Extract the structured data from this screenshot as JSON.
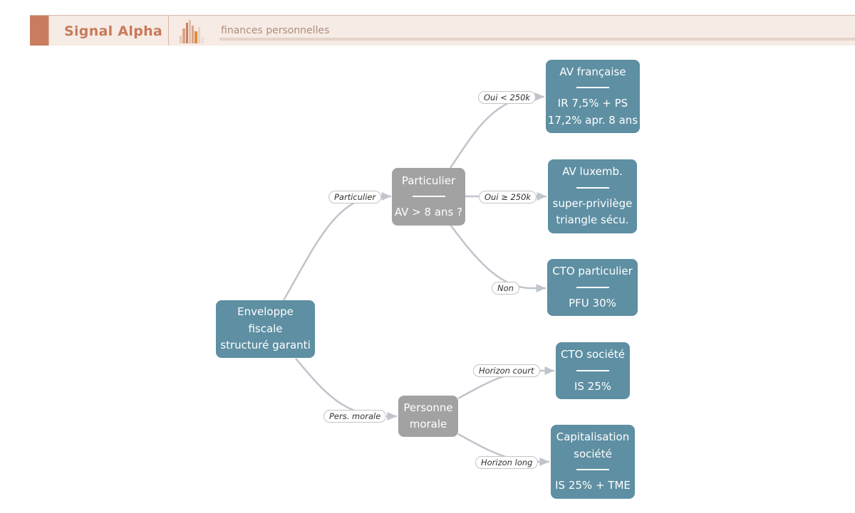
{
  "header": {
    "brand": "Signal Alpha",
    "subtitle": "finances personnelles"
  },
  "diagram": {
    "nodes": {
      "root": {
        "lines": [
          "Enveloppe",
          "fiscale",
          "structuré garanti"
        ]
      },
      "part": {
        "title": [
          "Particulier"
        ],
        "detail": [
          "AV > 8 ans ?"
        ]
      },
      "morale": {
        "lines": [
          "Personne",
          "morale"
        ]
      },
      "avfr": {
        "title": [
          "AV française"
        ],
        "detail": [
          "IR 7,5% + PS",
          "17,2% apr. 8 ans"
        ]
      },
      "avlux": {
        "title": [
          "AV luxemb."
        ],
        "detail": [
          "super-privilège",
          "triangle sécu."
        ]
      },
      "ctop": {
        "title": [
          "CTO particulier"
        ],
        "detail": [
          "PFU 30%"
        ]
      },
      "ctos": {
        "title": [
          "CTO société"
        ],
        "detail": [
          "IS 25%"
        ]
      },
      "capi": {
        "title": [
          "Capitalisation",
          "société"
        ],
        "detail": [
          "IS 25% + TME"
        ]
      }
    },
    "edges": {
      "particulier": "Particulier",
      "pers_morale": "Pers. morale",
      "oui_lt": "Oui < 250k",
      "oui_ge": "Oui ≥ 250k",
      "non": "Non",
      "horizon_court": "Horizon court",
      "horizon_long": "Horizon long"
    },
    "colors": {
      "decision": "#5e8fa2",
      "question": "#a2a2a2",
      "edge": "#c0c4cc"
    }
  }
}
